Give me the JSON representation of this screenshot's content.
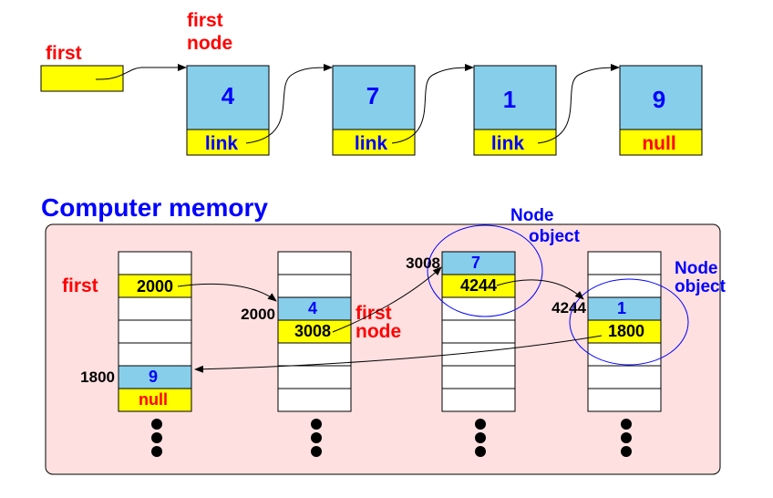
{
  "colors": {
    "red": "#ff0000",
    "blue": "#0000ff",
    "node_value_fill": "#87ceeb",
    "node_link_fill": "#ffff00",
    "memory_bg": "#ffe0e0",
    "cell_fill": "#ffffff"
  },
  "top": {
    "first_label": "first",
    "first_node_label_line1": "first",
    "first_node_label_line2": "node",
    "nodes": [
      {
        "value": "4",
        "link": "link"
      },
      {
        "value": "7",
        "link": "link"
      },
      {
        "value": "1",
        "link": "link"
      },
      {
        "value": "9",
        "link": "null"
      }
    ]
  },
  "memory": {
    "title": "Computer memory",
    "first_label": "first",
    "first_value": "2000",
    "first_node_label_line1": "first",
    "first_node_label_line2": "node",
    "node_object_label_line1": "Node",
    "node_object_label_line2": "object",
    "columns": [
      {
        "cells": [
          {
            "address": "1800",
            "value": "9",
            "link": "null"
          }
        ]
      },
      {
        "cells": [
          {
            "address": "2000",
            "value": "4",
            "link": "3008"
          }
        ]
      },
      {
        "cells": [
          {
            "address": "3008",
            "value": "7",
            "link": "4244"
          }
        ]
      },
      {
        "cells": [
          {
            "address": "4244",
            "value": "1",
            "link": "1800"
          }
        ]
      }
    ]
  }
}
